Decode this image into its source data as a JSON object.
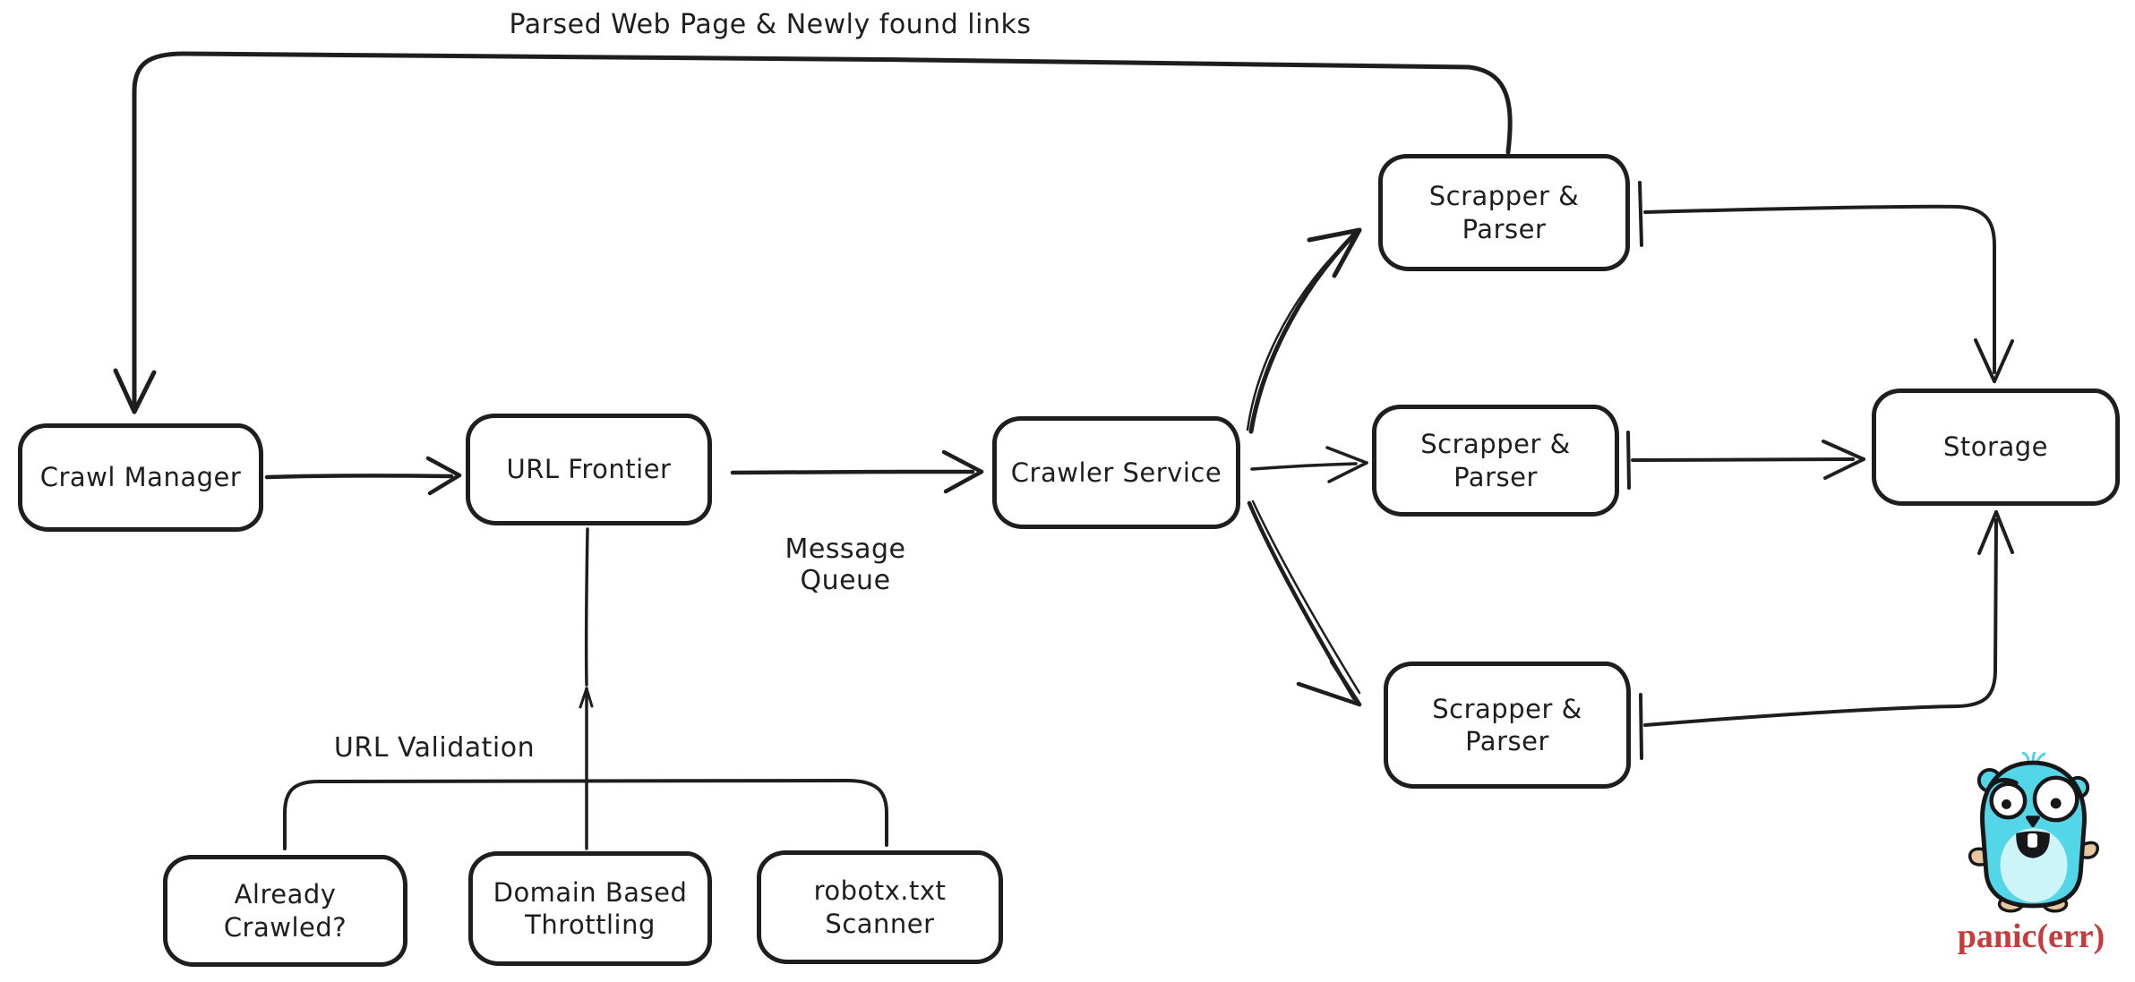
{
  "diagram": {
    "topic": "web crawler architecture",
    "style": "hand-drawn whiteboard sketch"
  },
  "nodes": {
    "crawl_manager": {
      "label": "Crawl Manager"
    },
    "url_frontier": {
      "label": "URL Frontier"
    },
    "crawler_service": {
      "label": "Crawler Service"
    },
    "scrapper_top": {
      "label": "Scrapper &\nParser"
    },
    "scrapper_mid": {
      "label": "Scrapper &\nParser"
    },
    "scrapper_bottom": {
      "label": "Scrapper &\nParser"
    },
    "storage": {
      "label": "Storage"
    },
    "already_crawled": {
      "label": "Already\nCrawled?"
    },
    "domain_throttling": {
      "label": "Domain Based\nThrottling"
    },
    "robotx_scanner": {
      "label": "robotx.txt\nScanner"
    }
  },
  "edge_labels": {
    "feedback": "Parsed Web Page & Newly found links",
    "message_queue": "Message Queue",
    "url_validation": "URL Validation"
  },
  "mascot": {
    "name": "scared go gopher",
    "caption": "panic(err)",
    "caption_color": "#c63b3b",
    "body_color": "#52d6e8",
    "belly_color": "#cdf4f8",
    "limb_color": "#e7c79e",
    "outline_color": "#17171a"
  },
  "colors": {
    "stroke": "#1e1e1e",
    "background": "#ffffff",
    "text": "#1e1e1e"
  }
}
